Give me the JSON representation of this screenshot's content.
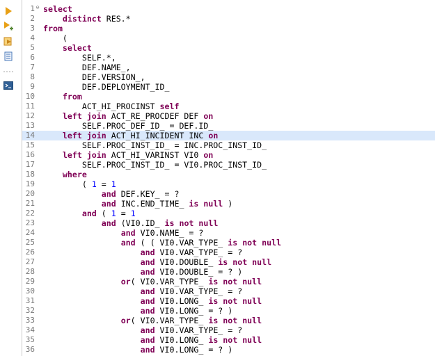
{
  "toolbar": {
    "icons": [
      {
        "name": "run-icon",
        "color": "#e8a016"
      },
      {
        "name": "run-step-icon",
        "color": "#e8a016"
      },
      {
        "name": "export-icon",
        "color": "#e8a016"
      },
      {
        "name": "explain-plan-icon",
        "color": "#4a7ab8"
      },
      {
        "name": "separator-dots-icon",
        "color": "#9a9a9a"
      },
      {
        "name": "console-icon",
        "color": "#3a6ea5"
      }
    ]
  },
  "editor": {
    "current_line": 14,
    "lines": [
      {
        "n": "1",
        "fold": true,
        "t": [
          [
            "k",
            "select"
          ]
        ]
      },
      {
        "n": "2",
        "t": [
          [
            "p",
            "    "
          ],
          [
            "k",
            "distinct"
          ],
          [
            "p",
            " RES.*"
          ]
        ]
      },
      {
        "n": "3",
        "t": [
          [
            "k",
            "from"
          ]
        ]
      },
      {
        "n": "4",
        "t": [
          [
            "p",
            "    ("
          ]
        ]
      },
      {
        "n": "5",
        "t": [
          [
            "p",
            "    "
          ],
          [
            "k",
            "select"
          ]
        ]
      },
      {
        "n": "6",
        "t": [
          [
            "p",
            "        SELF.*,"
          ]
        ]
      },
      {
        "n": "7",
        "t": [
          [
            "p",
            "        DEF.NAME_,"
          ]
        ]
      },
      {
        "n": "8",
        "t": [
          [
            "p",
            "        DEF.VERSION_,"
          ]
        ]
      },
      {
        "n": "9",
        "t": [
          [
            "p",
            "        DEF.DEPLOYMENT_ID_"
          ]
        ]
      },
      {
        "n": "10",
        "t": [
          [
            "p",
            "    "
          ],
          [
            "k",
            "from"
          ]
        ]
      },
      {
        "n": "11",
        "t": [
          [
            "p",
            "        ACT_HI_PROCINST "
          ],
          [
            "k",
            "self"
          ]
        ]
      },
      {
        "n": "12",
        "t": [
          [
            "p",
            "    "
          ],
          [
            "k",
            "left join"
          ],
          [
            "p",
            " ACT_RE_PROCDEF DEF "
          ],
          [
            "k",
            "on"
          ]
        ]
      },
      {
        "n": "13",
        "t": [
          [
            "p",
            "        SELF.PROC_DEF_ID_ = DEF.ID_"
          ]
        ]
      },
      {
        "n": "14",
        "t": [
          [
            "p",
            "    "
          ],
          [
            "k",
            "left join"
          ],
          [
            "p",
            " ACT_HI_INCIDENT INC "
          ],
          [
            "k",
            "on"
          ]
        ]
      },
      {
        "n": "15",
        "t": [
          [
            "p",
            "        SELF.PROC_INST_ID_ = INC.PROC_INST_ID_"
          ]
        ]
      },
      {
        "n": "16",
        "t": [
          [
            "p",
            "    "
          ],
          [
            "k",
            "left join"
          ],
          [
            "p",
            " ACT_HI_VARINST VI0 "
          ],
          [
            "k",
            "on"
          ]
        ]
      },
      {
        "n": "17",
        "t": [
          [
            "p",
            "        SELF.PROC_INST_ID_ = VI0.PROC_INST_ID_"
          ]
        ]
      },
      {
        "n": "18",
        "t": [
          [
            "p",
            "    "
          ],
          [
            "k",
            "where"
          ]
        ]
      },
      {
        "n": "19",
        "t": [
          [
            "p",
            "        ( "
          ],
          [
            "n",
            "1"
          ],
          [
            "p",
            " = "
          ],
          [
            "n",
            "1"
          ]
        ]
      },
      {
        "n": "20",
        "t": [
          [
            "p",
            "            "
          ],
          [
            "k",
            "and"
          ],
          [
            "p",
            " DEF.KEY_ = ?"
          ]
        ]
      },
      {
        "n": "21",
        "t": [
          [
            "p",
            "            "
          ],
          [
            "k",
            "and"
          ],
          [
            "p",
            " INC.END_TIME_ "
          ],
          [
            "k",
            "is null"
          ],
          [
            "p",
            " )"
          ]
        ]
      },
      {
        "n": "22",
        "t": [
          [
            "p",
            "        "
          ],
          [
            "k",
            "and"
          ],
          [
            "p",
            " ( "
          ],
          [
            "n",
            "1"
          ],
          [
            "p",
            " = "
          ],
          [
            "n",
            "1"
          ]
        ]
      },
      {
        "n": "23",
        "t": [
          [
            "p",
            "            "
          ],
          [
            "k",
            "and"
          ],
          [
            "p",
            " (VI0.ID_ "
          ],
          [
            "k",
            "is not null"
          ]
        ]
      },
      {
        "n": "24",
        "t": [
          [
            "p",
            "                "
          ],
          [
            "k",
            "and"
          ],
          [
            "p",
            " VI0.NAME_ = ?"
          ]
        ]
      },
      {
        "n": "25",
        "t": [
          [
            "p",
            "                "
          ],
          [
            "k",
            "and"
          ],
          [
            "p",
            " ( ( VI0.VAR_TYPE_ "
          ],
          [
            "k",
            "is not null"
          ]
        ]
      },
      {
        "n": "26",
        "t": [
          [
            "p",
            "                    "
          ],
          [
            "k",
            "and"
          ],
          [
            "p",
            " VI0.VAR_TYPE_ = ?"
          ]
        ]
      },
      {
        "n": "27",
        "t": [
          [
            "p",
            "                    "
          ],
          [
            "k",
            "and"
          ],
          [
            "p",
            " VI0.DOUBLE_ "
          ],
          [
            "k",
            "is not null"
          ]
        ]
      },
      {
        "n": "28",
        "t": [
          [
            "p",
            "                    "
          ],
          [
            "k",
            "and"
          ],
          [
            "p",
            " VI0.DOUBLE_ = ? )"
          ]
        ]
      },
      {
        "n": "29",
        "t": [
          [
            "p",
            "                "
          ],
          [
            "k",
            "or"
          ],
          [
            "p",
            "( VI0.VAR_TYPE_ "
          ],
          [
            "k",
            "is not null"
          ]
        ]
      },
      {
        "n": "30",
        "t": [
          [
            "p",
            "                    "
          ],
          [
            "k",
            "and"
          ],
          [
            "p",
            " VI0.VAR_TYPE_ = ?"
          ]
        ]
      },
      {
        "n": "31",
        "t": [
          [
            "p",
            "                    "
          ],
          [
            "k",
            "and"
          ],
          [
            "p",
            " VI0.LONG_ "
          ],
          [
            "k",
            "is not null"
          ]
        ]
      },
      {
        "n": "32",
        "t": [
          [
            "p",
            "                    "
          ],
          [
            "k",
            "and"
          ],
          [
            "p",
            " VI0.LONG_ = ? )"
          ]
        ]
      },
      {
        "n": "33",
        "t": [
          [
            "p",
            "                "
          ],
          [
            "k",
            "or"
          ],
          [
            "p",
            "( VI0.VAR_TYPE_ "
          ],
          [
            "k",
            "is not null"
          ]
        ]
      },
      {
        "n": "34",
        "t": [
          [
            "p",
            "                    "
          ],
          [
            "k",
            "and"
          ],
          [
            "p",
            " VI0.VAR_TYPE_ = ?"
          ]
        ]
      },
      {
        "n": "35",
        "t": [
          [
            "p",
            "                    "
          ],
          [
            "k",
            "and"
          ],
          [
            "p",
            " VI0.LONG_ "
          ],
          [
            "k",
            "is not null"
          ]
        ]
      },
      {
        "n": "36",
        "t": [
          [
            "p",
            "                    "
          ],
          [
            "k",
            "and"
          ],
          [
            "p",
            " VI0.LONG_ = ? )"
          ]
        ]
      }
    ],
    "colors": {
      "keyword": "#7f0055",
      "number": "#0000ff",
      "current_line": "#d9e8fb"
    }
  }
}
